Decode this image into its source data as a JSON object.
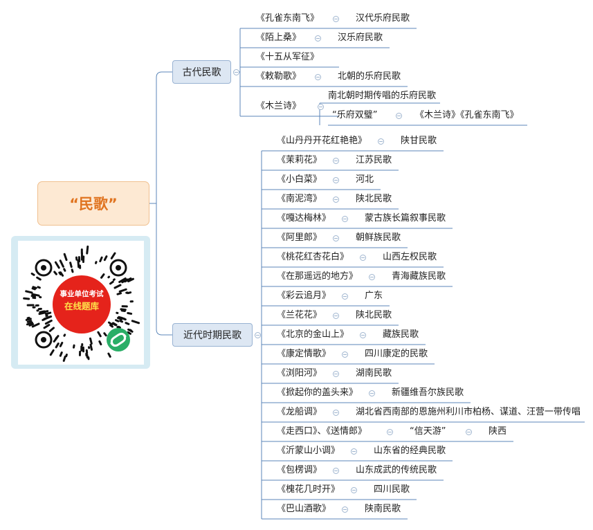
{
  "root": {
    "label": "“民歌”"
  },
  "branches": [
    {
      "label": "古代民歌",
      "items": [
        {
          "song": "《孔雀东南飞》",
          "notes": [
            "汉代乐府民歌"
          ]
        },
        {
          "song": "《陌上桑》",
          "notes": [
            "汉乐府民歌"
          ]
        },
        {
          "song": "《十五从军征》",
          "notes": []
        },
        {
          "song": "《敕勒歌》",
          "notes": [
            "北朝的乐府民歌"
          ]
        },
        {
          "song": "《木兰诗》",
          "notes": [
            "南北朝时期传唱的乐府民歌"
          ],
          "sub": {
            "label": "“乐府双璧”",
            "value": "《木兰诗》《孔雀东南飞》"
          }
        }
      ]
    },
    {
      "label": "近代时期民歌",
      "items": [
        {
          "song": "《山丹丹开花红艳艳》",
          "notes": [
            "陕甘民歌"
          ]
        },
        {
          "song": "《茉莉花》",
          "notes": [
            "江苏民歌"
          ]
        },
        {
          "song": "《小白菜》",
          "notes": [
            "河北"
          ]
        },
        {
          "song": "《南泥湾》",
          "notes": [
            "陕北民歌"
          ]
        },
        {
          "song": "《嘎达梅林》",
          "notes": [
            "蒙古族长篇叙事民歌"
          ]
        },
        {
          "song": "《阿里郎》",
          "notes": [
            "朝鲜族民歌"
          ]
        },
        {
          "song": "《桃花红杏花白》",
          "notes": [
            "山西左权民歌"
          ]
        },
        {
          "song": "《在那遥远的地方》",
          "notes": [
            "青海藏族民歌"
          ]
        },
        {
          "song": "《彩云追月》",
          "notes": [
            "广东"
          ]
        },
        {
          "song": "《兰花花》",
          "notes": [
            "陕北民歌"
          ]
        },
        {
          "song": "《北京的金山上》",
          "notes": [
            "藏族民歌"
          ]
        },
        {
          "song": "《康定情歌》",
          "notes": [
            "四川康定的民歌"
          ]
        },
        {
          "song": "《浏阳河》",
          "notes": [
            "湖南民歌"
          ]
        },
        {
          "song": "《掀起你的盖头来》",
          "notes": [
            "新疆维吾尔族民歌"
          ]
        },
        {
          "song": "《龙船调》",
          "notes": [
            "湖北省西南部的恩施州利川市柏杨、谋道、汪营一带传唱"
          ]
        },
        {
          "song": "《走西口》、《送情郎》",
          "notes": [
            "“信天游”",
            "陕西"
          ]
        },
        {
          "song": "《沂蒙山小调》",
          "notes": [
            "山东省的经典民歌"
          ]
        },
        {
          "song": "《包楞调》",
          "notes": [
            "山东成武的传统民歌"
          ]
        },
        {
          "song": "《槐花几时开》",
          "notes": [
            "四川民歌"
          ]
        },
        {
          "song": "《巴山酒歌》",
          "notes": [
            "陕南民歌"
          ]
        }
      ]
    }
  ],
  "qr": {
    "line1": "事业单位考试",
    "line2": "在线题库"
  },
  "colors": {
    "line": "#5b86b8",
    "root_text": "#e07420",
    "root_bg": "#fde9d3",
    "branch_bg": "#dde7f3",
    "qr_red": "#e5231b",
    "qr_green": "#2aae67"
  }
}
